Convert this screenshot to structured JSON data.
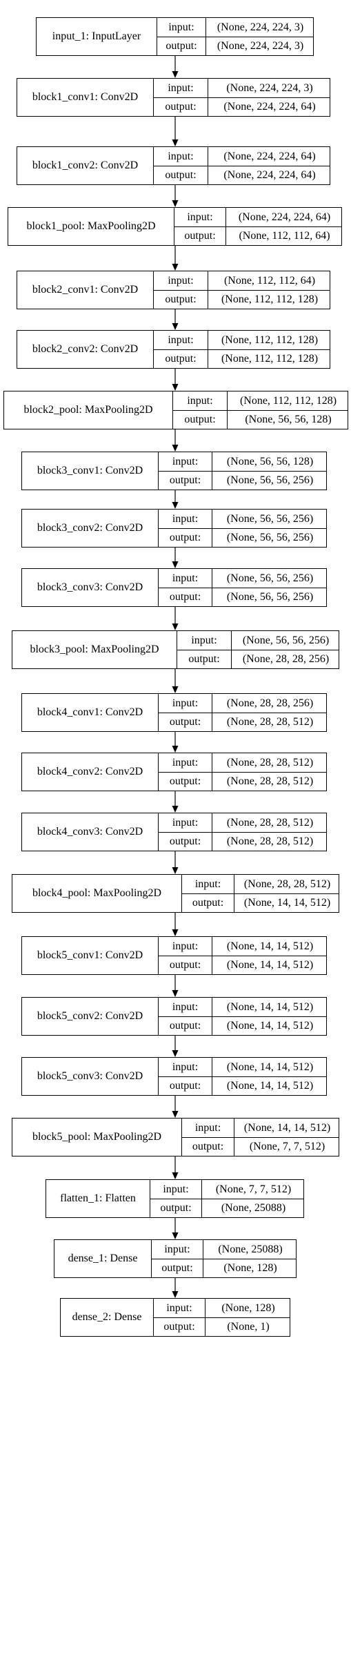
{
  "diagram": {
    "input_label": "input:",
    "output_label": "output:",
    "line_color": "#000000",
    "layers": [
      {
        "name": "input_1: InputLayer",
        "input": "(None, 224, 224, 3)",
        "output": "(None, 224, 224, 3)"
      },
      {
        "name": "block1_conv1: Conv2D",
        "input": "(None, 224, 224, 3)",
        "output": "(None, 224, 224, 64)"
      },
      {
        "name": "block1_conv2: Conv2D",
        "input": "(None, 224, 224, 64)",
        "output": "(None, 224, 224, 64)"
      },
      {
        "name": "block1_pool: MaxPooling2D",
        "input": "(None, 224, 224, 64)",
        "output": "(None, 112, 112, 64)"
      },
      {
        "name": "block2_conv1: Conv2D",
        "input": "(None, 112, 112, 64)",
        "output": "(None, 112, 112, 128)"
      },
      {
        "name": "block2_conv2: Conv2D",
        "input": "(None, 112, 112, 128)",
        "output": "(None, 112, 112, 128)"
      },
      {
        "name": "block2_pool: MaxPooling2D",
        "input": "(None, 112, 112, 128)",
        "output": "(None, 56, 56, 128)"
      },
      {
        "name": "block3_conv1: Conv2D",
        "input": "(None, 56, 56, 128)",
        "output": "(None, 56, 56, 256)"
      },
      {
        "name": "block3_conv2: Conv2D",
        "input": "(None, 56, 56, 256)",
        "output": "(None, 56, 56, 256)"
      },
      {
        "name": "block3_conv3: Conv2D",
        "input": "(None, 56, 56, 256)",
        "output": "(None, 56, 56, 256)"
      },
      {
        "name": "block3_pool: MaxPooling2D",
        "input": "(None, 56, 56, 256)",
        "output": "(None, 28, 28, 256)"
      },
      {
        "name": "block4_conv1: Conv2D",
        "input": "(None, 28, 28, 256)",
        "output": "(None, 28, 28, 512)"
      },
      {
        "name": "block4_conv2: Conv2D",
        "input": "(None, 28, 28, 512)",
        "output": "(None, 28, 28, 512)"
      },
      {
        "name": "block4_conv3: Conv2D",
        "input": "(None, 28, 28, 512)",
        "output": "(None, 28, 28, 512)"
      },
      {
        "name": "block4_pool: MaxPooling2D",
        "input": "(None, 28, 28, 512)",
        "output": "(None, 14, 14, 512)"
      },
      {
        "name": "block5_conv1: Conv2D",
        "input": "(None, 14, 14, 512)",
        "output": "(None, 14, 14, 512)"
      },
      {
        "name": "block5_conv2: Conv2D",
        "input": "(None, 14, 14, 512)",
        "output": "(None, 14, 14, 512)"
      },
      {
        "name": "block5_conv3: Conv2D",
        "input": "(None, 14, 14, 512)",
        "output": "(None, 14, 14, 512)"
      },
      {
        "name": "block5_pool: MaxPooling2D",
        "input": "(None, 14, 14, 512)",
        "output": "(None, 7, 7, 512)"
      },
      {
        "name": "flatten_1: Flatten",
        "input": "(None, 7, 7, 512)",
        "output": "(None, 25088)"
      },
      {
        "name": "dense_1: Dense",
        "input": "(None, 25088)",
        "output": "(None, 128)"
      },
      {
        "name": "dense_2: Dense",
        "input": "(None, 128)",
        "output": "(None, 1)"
      }
    ]
  }
}
